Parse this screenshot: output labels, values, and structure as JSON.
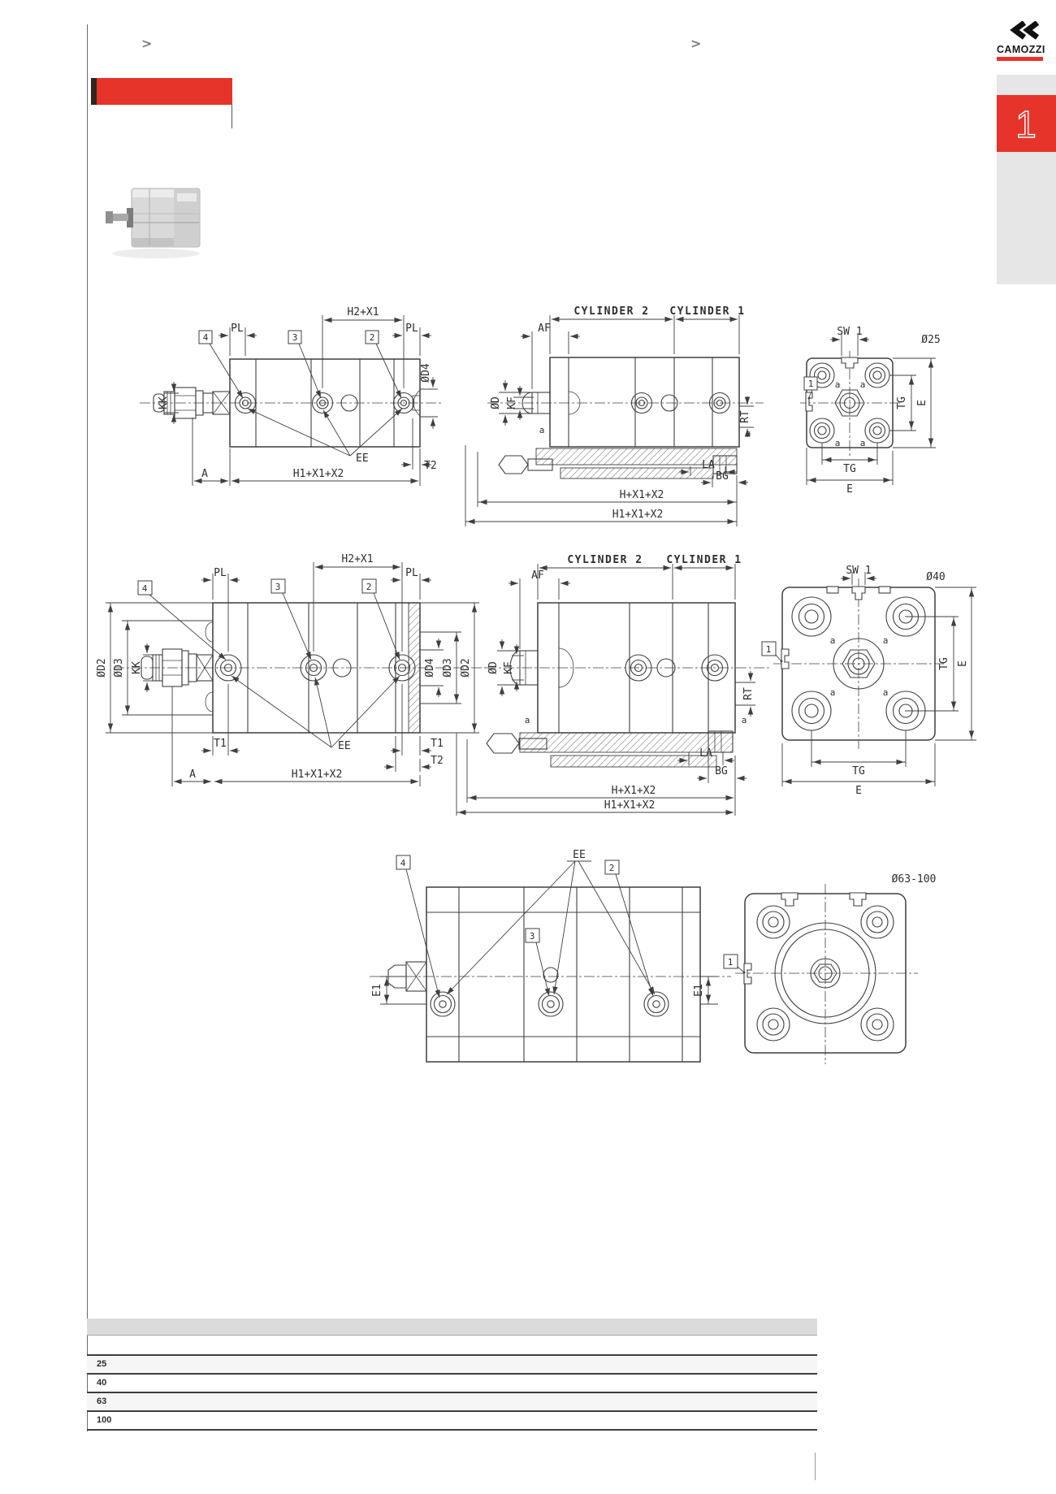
{
  "header": {
    "breadcrumb_left": ">",
    "breadcrumb_right": ">"
  },
  "logo": {
    "brand": "CAMOZZI"
  },
  "sidebar": {
    "section_number": "1"
  },
  "drawings": {
    "row1": {
      "side": {
        "box4": "4",
        "box3": "3",
        "box2": "2",
        "pl_left": "PL",
        "pl_right": "PL",
        "h2x1": "H2+X1",
        "kk": "KK",
        "od4": "ØD4",
        "ee": "EE",
        "t2": "T2",
        "a": "A",
        "h1x1x2": "H1+X1+X2"
      },
      "section": {
        "cyl2": "CYLINDER 2",
        "cyl1": "CYLINDER 1",
        "af": "AF",
        "od": "ØD",
        "kf": "KF",
        "a_left": "a",
        "a_right": "a",
        "rt": "RT",
        "la": "LA",
        "bg": "BG",
        "hx1x2": "H+X1+X2",
        "h1x1x2": "H1+X1+X2"
      },
      "end": {
        "sw1": "SW 1",
        "size": "Ø25",
        "box1": "1",
        "a_tl": "a",
        "a_tr": "a",
        "a_bl": "a",
        "a_br": "a",
        "tg_right": "TG",
        "e_right": "E",
        "tg_bottom": "TG",
        "e_bottom": "E"
      }
    },
    "row2": {
      "side": {
        "box4": "4",
        "box3": "3",
        "box2": "2",
        "pl_left": "PL",
        "pl_right": "PL",
        "h2x1": "H2+X1",
        "kk": "KK",
        "od2_left": "ØD2",
        "od3_left": "ØD3",
        "od4_right": "ØD4",
        "od3_right": "ØD3",
        "od2_right": "ØD2",
        "t1_left": "T1",
        "t1_right": "T1",
        "t2_right": "T2",
        "ee": "EE",
        "a": "A",
        "h1x1x2": "H1+X1+X2"
      },
      "section": {
        "cyl2": "CYLINDER 2",
        "cyl1": "CYLINDER 1",
        "af": "AF",
        "od": "ØD",
        "kf": "KF",
        "a_left": "a",
        "a_right": "a",
        "rt": "RT",
        "la": "LA",
        "bg": "BG",
        "hx1x2": "H+X1+X2",
        "h1x1x2": "H1+X1+X2"
      },
      "end": {
        "sw1": "SW 1",
        "size": "Ø40",
        "box1": "1",
        "a_tl": "a",
        "a_tr": "a",
        "a_bl": "a",
        "a_br": "a",
        "tg_right": "TG",
        "e_right": "E",
        "tg_bottom": "TG",
        "e_bottom": "E"
      }
    },
    "row3": {
      "side": {
        "box4": "4",
        "box3": "3",
        "box2": "2",
        "ee": "EE",
        "e1_left": "E1",
        "e1_right": "E1"
      },
      "end": {
        "size": "Ø63-100",
        "box1": "1"
      }
    }
  },
  "table": {
    "rows": [
      {
        "label": "25"
      },
      {
        "label": "40"
      },
      {
        "label": "63"
      },
      {
        "label": "100"
      }
    ]
  }
}
